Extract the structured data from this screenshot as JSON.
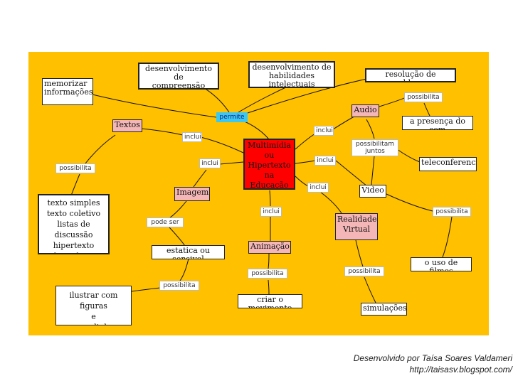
{
  "nodes": {
    "memorizar": "memorizar\ninformações",
    "desenvolvimento_compreensao": "desenvolvimento de\ncompreensão",
    "habilidades": "desenvolvimento de\nhabilidades intelectuais",
    "resolucao": "resolução de problemas",
    "textos": "Textos",
    "audio": "Audio",
    "presenca_som": "a presença do som",
    "central": "Multimídia ou\nHipertexto\nna\nEducação",
    "teleconferencia": "teleconferencia",
    "imagem": "Imagem",
    "video": "Video",
    "texto_simples": "texto simples\ntexto coletivo\nlistas de discussão\nhipertexto\nformulario",
    "realidade_virtual": "Realidade\nVirtual",
    "estatica": "estatica ou sensivel",
    "animacao": "Animação",
    "uso_filmes": "o uso de filmes",
    "ilustrar": "ilustrar com figuras\ne\nusar links sugestivos",
    "criar_movimento": "criar o movimento",
    "simulacoes": "simulações"
  },
  "labels": {
    "permite": "permite",
    "possibilita_1": "possibilita",
    "inclui_1": "inclui",
    "inclui_2": "inclui",
    "possibilita_2": "possibilita",
    "inclui_3": "inclui",
    "possibilitam": "possibilitam\njuntos",
    "inclui_4": "inclui",
    "inclui_5": "inclui",
    "inclui_6": "inclui",
    "pode_ser": "pode ser",
    "possibilita_3": "possibilita",
    "possibilita_4": "possibilita",
    "possibilita_5": "possibilita",
    "possibilita_6": "possibilita"
  },
  "footer": {
    "author": "Desenvolvido por Taísa Soares Valdameri",
    "url": "http://taisasv.blogspot.com/"
  },
  "colors": {
    "background": "#ffc000",
    "central": "#ff0000",
    "category": "#f4b6b6",
    "connector": "#3ac8f2"
  }
}
